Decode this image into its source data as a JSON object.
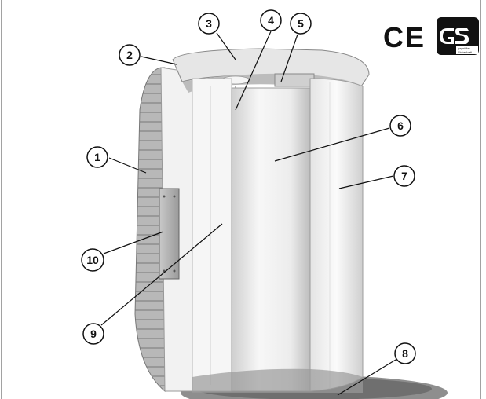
{
  "callouts": [
    {
      "id": "1",
      "label": "1"
    },
    {
      "id": "2",
      "label": "2"
    },
    {
      "id": "3",
      "label": "3"
    },
    {
      "id": "4",
      "label": "4"
    },
    {
      "id": "5",
      "label": "5"
    },
    {
      "id": "6",
      "label": "6"
    },
    {
      "id": "7",
      "label": "7"
    },
    {
      "id": "8",
      "label": "8"
    },
    {
      "id": "9",
      "label": "9"
    },
    {
      "id": "10",
      "label": "10"
    }
  ],
  "marks": {
    "ce": "CE",
    "gs_line1": "geprüfte",
    "gs_line2": "Sicherheit"
  },
  "colors": {
    "outline": "#111111",
    "panel_light": "#f4f4f4",
    "panel_mid": "#d9d9d9",
    "panel_dark": "#a8a8a8",
    "floor": "#8c8c8c"
  }
}
